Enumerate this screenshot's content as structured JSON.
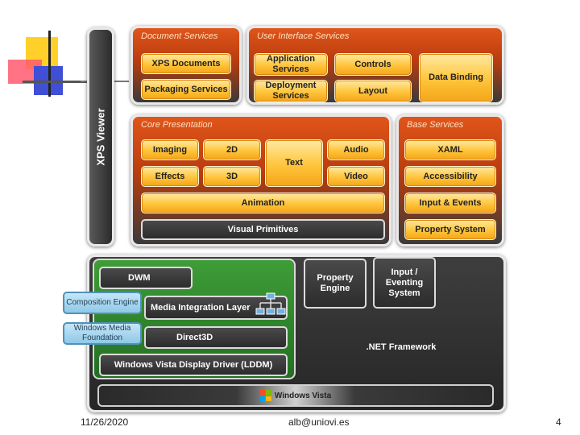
{
  "slide": {
    "date": "11/26/2020",
    "email": "alb@uniovi.es",
    "page_number": "4"
  },
  "diagram": {
    "xps_viewer": "XPS Viewer",
    "document_services": {
      "title": "Document Services",
      "items": [
        "XPS Documents",
        "Packaging Services"
      ]
    },
    "ui_services": {
      "title": "User Interface Services",
      "application_services": "Application Services",
      "deployment_services": "Deployment Services",
      "controls": "Controls",
      "layout": "Layout",
      "data_binding": "Data Binding"
    },
    "core_presentation": {
      "title": "Core Presentation",
      "imaging": "Imaging",
      "2d": "2D",
      "text": "Text",
      "audio": "Audio",
      "effects": "Effects",
      "3d": "3D",
      "video": "Video",
      "animation": "Animation",
      "visual_primitives": "Visual Primitives"
    },
    "base_services": {
      "title": "Base Services",
      "items": [
        "XAML",
        "Accessibility",
        "Input & Events",
        "Property System"
      ]
    },
    "lower": {
      "dwm": "DWM",
      "composition_engine": "Composition Engine",
      "media_integration_layer": "Media Integration Layer",
      "windows_media_foundation": "Windows Media Foundation",
      "direct3d": "Direct3D",
      "display_driver": "Windows Vista Display Driver (LDDM)",
      "property_engine": "Property Engine",
      "input_eventing_system": "Input / Eventing System",
      "net_framework": ".NET Framework",
      "windows_vista": "Windows Vista"
    }
  },
  "colors": {
    "orange": "#e0551a",
    "yellow_box": "#ffc43a",
    "green_panel": "#2e8a2a",
    "dark_panel": "#2f2f2f",
    "blue_box": "#8fc8e6"
  }
}
